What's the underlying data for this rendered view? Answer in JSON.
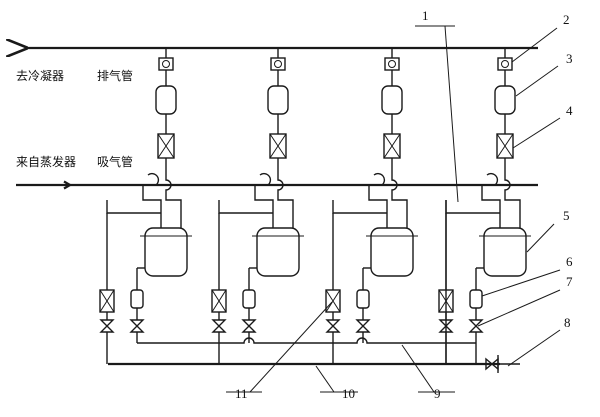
{
  "labels": {
    "to_condenser": "去冷凝器",
    "exhaust_pipe": "排气管",
    "from_evaporator": "来自蒸发器",
    "suction_pipe": "吸气管"
  },
  "callouts": [
    "1",
    "2",
    "3",
    "4",
    "5",
    "6",
    "7",
    "8",
    "9",
    "10",
    "11"
  ]
}
